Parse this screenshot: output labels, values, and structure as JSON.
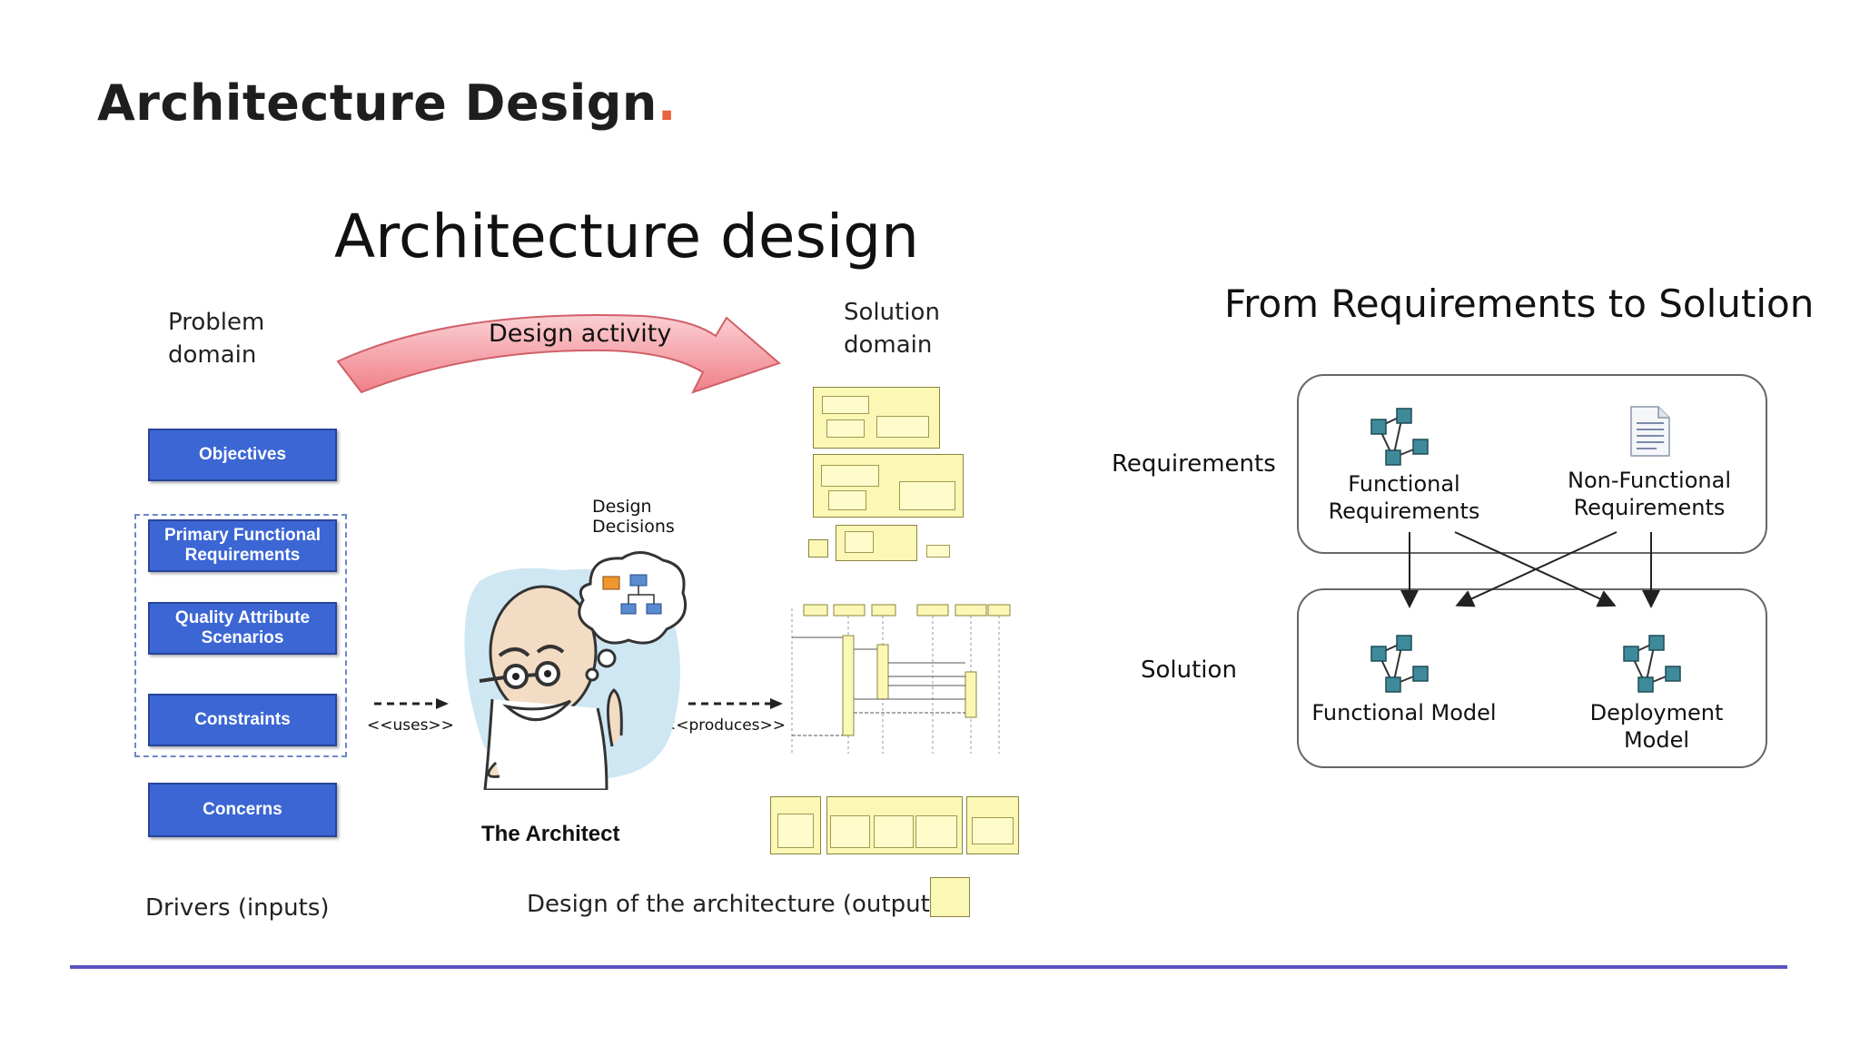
{
  "slide": {
    "title": "Architecture Design",
    "title_dot": ".",
    "accent_color": "#e8643c",
    "line_color": "#5a55c0"
  },
  "left_figure": {
    "title": "Architecture design",
    "problem_domain": [
      "Problem",
      "domain"
    ],
    "design_activity": "Design activity",
    "solution_domain": [
      "Solution",
      "domain"
    ],
    "drivers": [
      "Objectives",
      "Primary Functional Requirements",
      "Quality Attribute Scenarios",
      "Constraints",
      "Concerns"
    ],
    "drivers_caption": "Drivers (inputs)",
    "uses_label": "<<uses>>",
    "produces_label": "<<produces>>",
    "design_decisions": [
      "Design",
      "Decisions"
    ],
    "architect_label": "The Architect",
    "output_caption": "Design of the architecture (output)"
  },
  "right_figure": {
    "title": "From Requirements to Solution",
    "row_requirements": "Requirements",
    "row_solution": "Solution",
    "functional_requirements": [
      "Functional",
      "Requirements"
    ],
    "non_functional_requirements": [
      "Non-Functional",
      "Requirements"
    ],
    "functional_model": "Functional Model",
    "deployment_model": [
      "Deployment",
      "Model"
    ],
    "node_color": "#3e8a9a"
  }
}
